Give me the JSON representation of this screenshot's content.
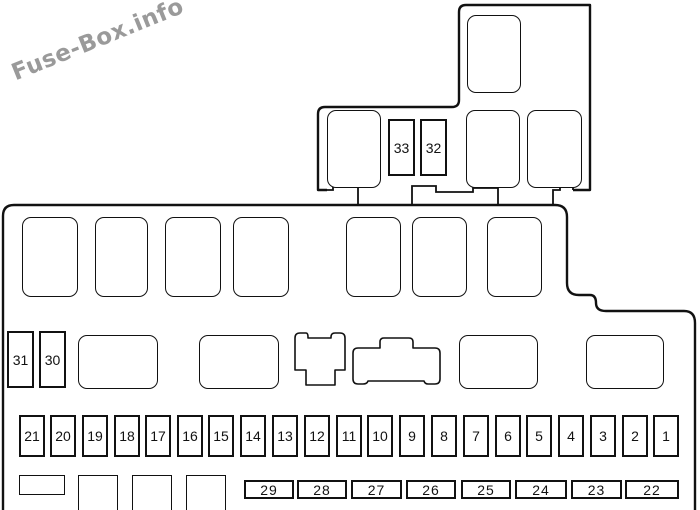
{
  "watermark": "Fuse-Box.info",
  "colors": {
    "line": "#111111",
    "background": "#ffffff",
    "watermark": "#9a9a9a"
  },
  "upper_box": {
    "fuses": [
      {
        "label": "33"
      },
      {
        "label": "32"
      }
    ],
    "relay_count": 4
  },
  "main_box": {
    "top_relay_count": 7,
    "middle_row": {
      "fuses": [
        {
          "label": "31"
        },
        {
          "label": "30"
        }
      ],
      "relay_count": 4,
      "connector_count": 2
    },
    "fuse_row": [
      {
        "label": "21"
      },
      {
        "label": "20"
      },
      {
        "label": "19"
      },
      {
        "label": "18"
      },
      {
        "label": "17"
      },
      {
        "label": "16"
      },
      {
        "label": "15"
      },
      {
        "label": "14"
      },
      {
        "label": "13"
      },
      {
        "label": "12"
      },
      {
        "label": "11"
      },
      {
        "label": "10"
      },
      {
        "label": "9"
      },
      {
        "label": "8"
      },
      {
        "label": "7"
      },
      {
        "label": "6"
      },
      {
        "label": "5"
      },
      {
        "label": "4"
      },
      {
        "label": "3"
      },
      {
        "label": "2"
      },
      {
        "label": "1"
      }
    ],
    "maxi_fuse_row": [
      {
        "label": "29"
      },
      {
        "label": "28"
      },
      {
        "label": "27"
      },
      {
        "label": "26"
      },
      {
        "label": "25"
      },
      {
        "label": "24"
      },
      {
        "label": "23"
      },
      {
        "label": "22"
      }
    ]
  }
}
